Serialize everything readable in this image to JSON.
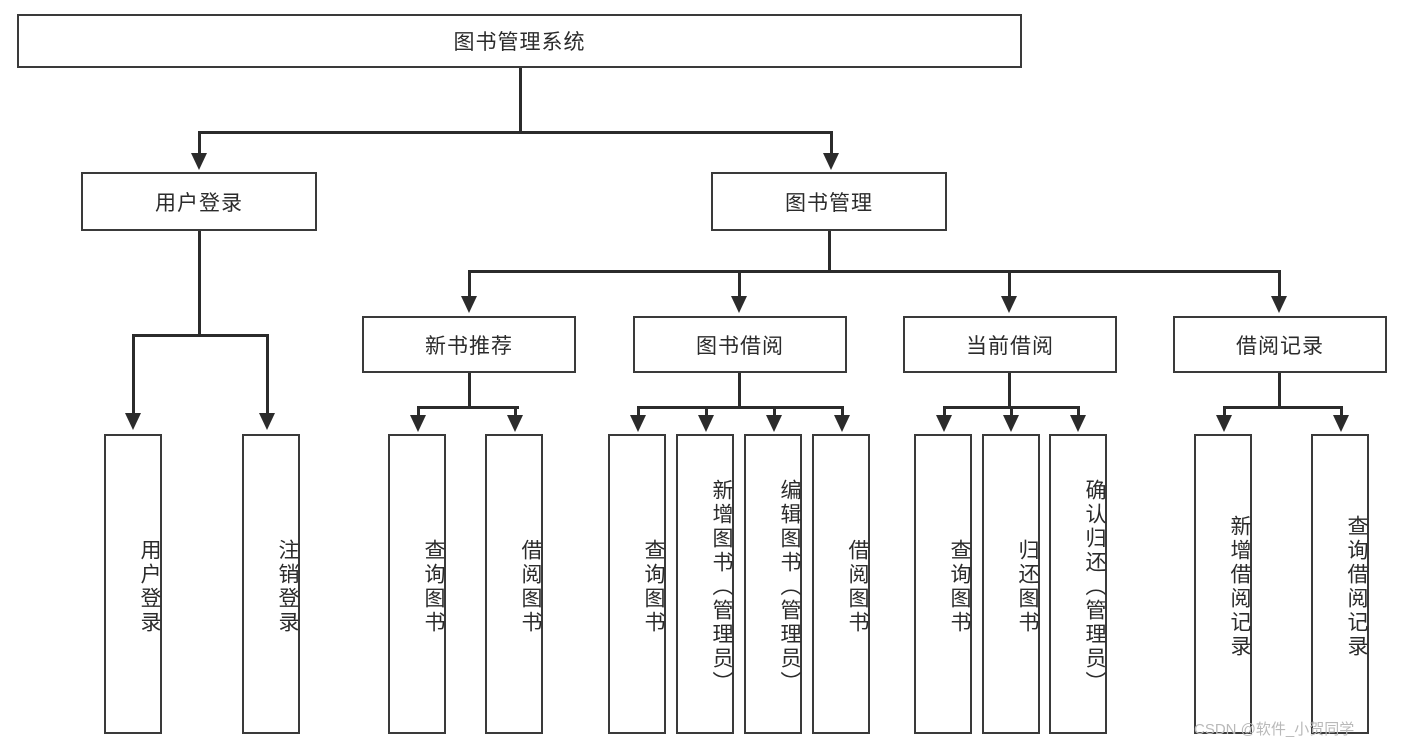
{
  "diagram": {
    "title": "图书管理系统",
    "type": "tree-hierarchy-chart",
    "root": {
      "label": "图书管理系统"
    },
    "level1": [
      {
        "label": "用户登录"
      },
      {
        "label": "图书管理"
      }
    ],
    "level2": [
      {
        "label": "新书推荐"
      },
      {
        "label": "图书借阅"
      },
      {
        "label": "当前借阅"
      },
      {
        "label": "借阅记录"
      }
    ],
    "leaves": {
      "user_login": [
        {
          "label": "用户登录"
        },
        {
          "label": "注销登录"
        }
      ],
      "new_book_recommend": [
        {
          "label": "查询图书"
        },
        {
          "label": "借阅图书"
        }
      ],
      "book_borrow": [
        {
          "label": "查询图书"
        },
        {
          "label": "新增图书（管理员）"
        },
        {
          "label": "编辑图书（管理员）"
        },
        {
          "label": "借阅图书"
        }
      ],
      "current_borrow": [
        {
          "label": "查询图书"
        },
        {
          "label": "归还图书"
        },
        {
          "label": "确认归还（管理员）"
        }
      ],
      "borrow_record": [
        {
          "label": "新增借阅记录"
        },
        {
          "label": "查询借阅记录"
        }
      ]
    }
  },
  "watermark": {
    "text": "CSDN @软件_小贺同学"
  },
  "colors": {
    "stroke": "#2b2b2b",
    "box_border": "#3a3a3a",
    "background": "#ffffff",
    "watermark": "#b9b9b9"
  }
}
